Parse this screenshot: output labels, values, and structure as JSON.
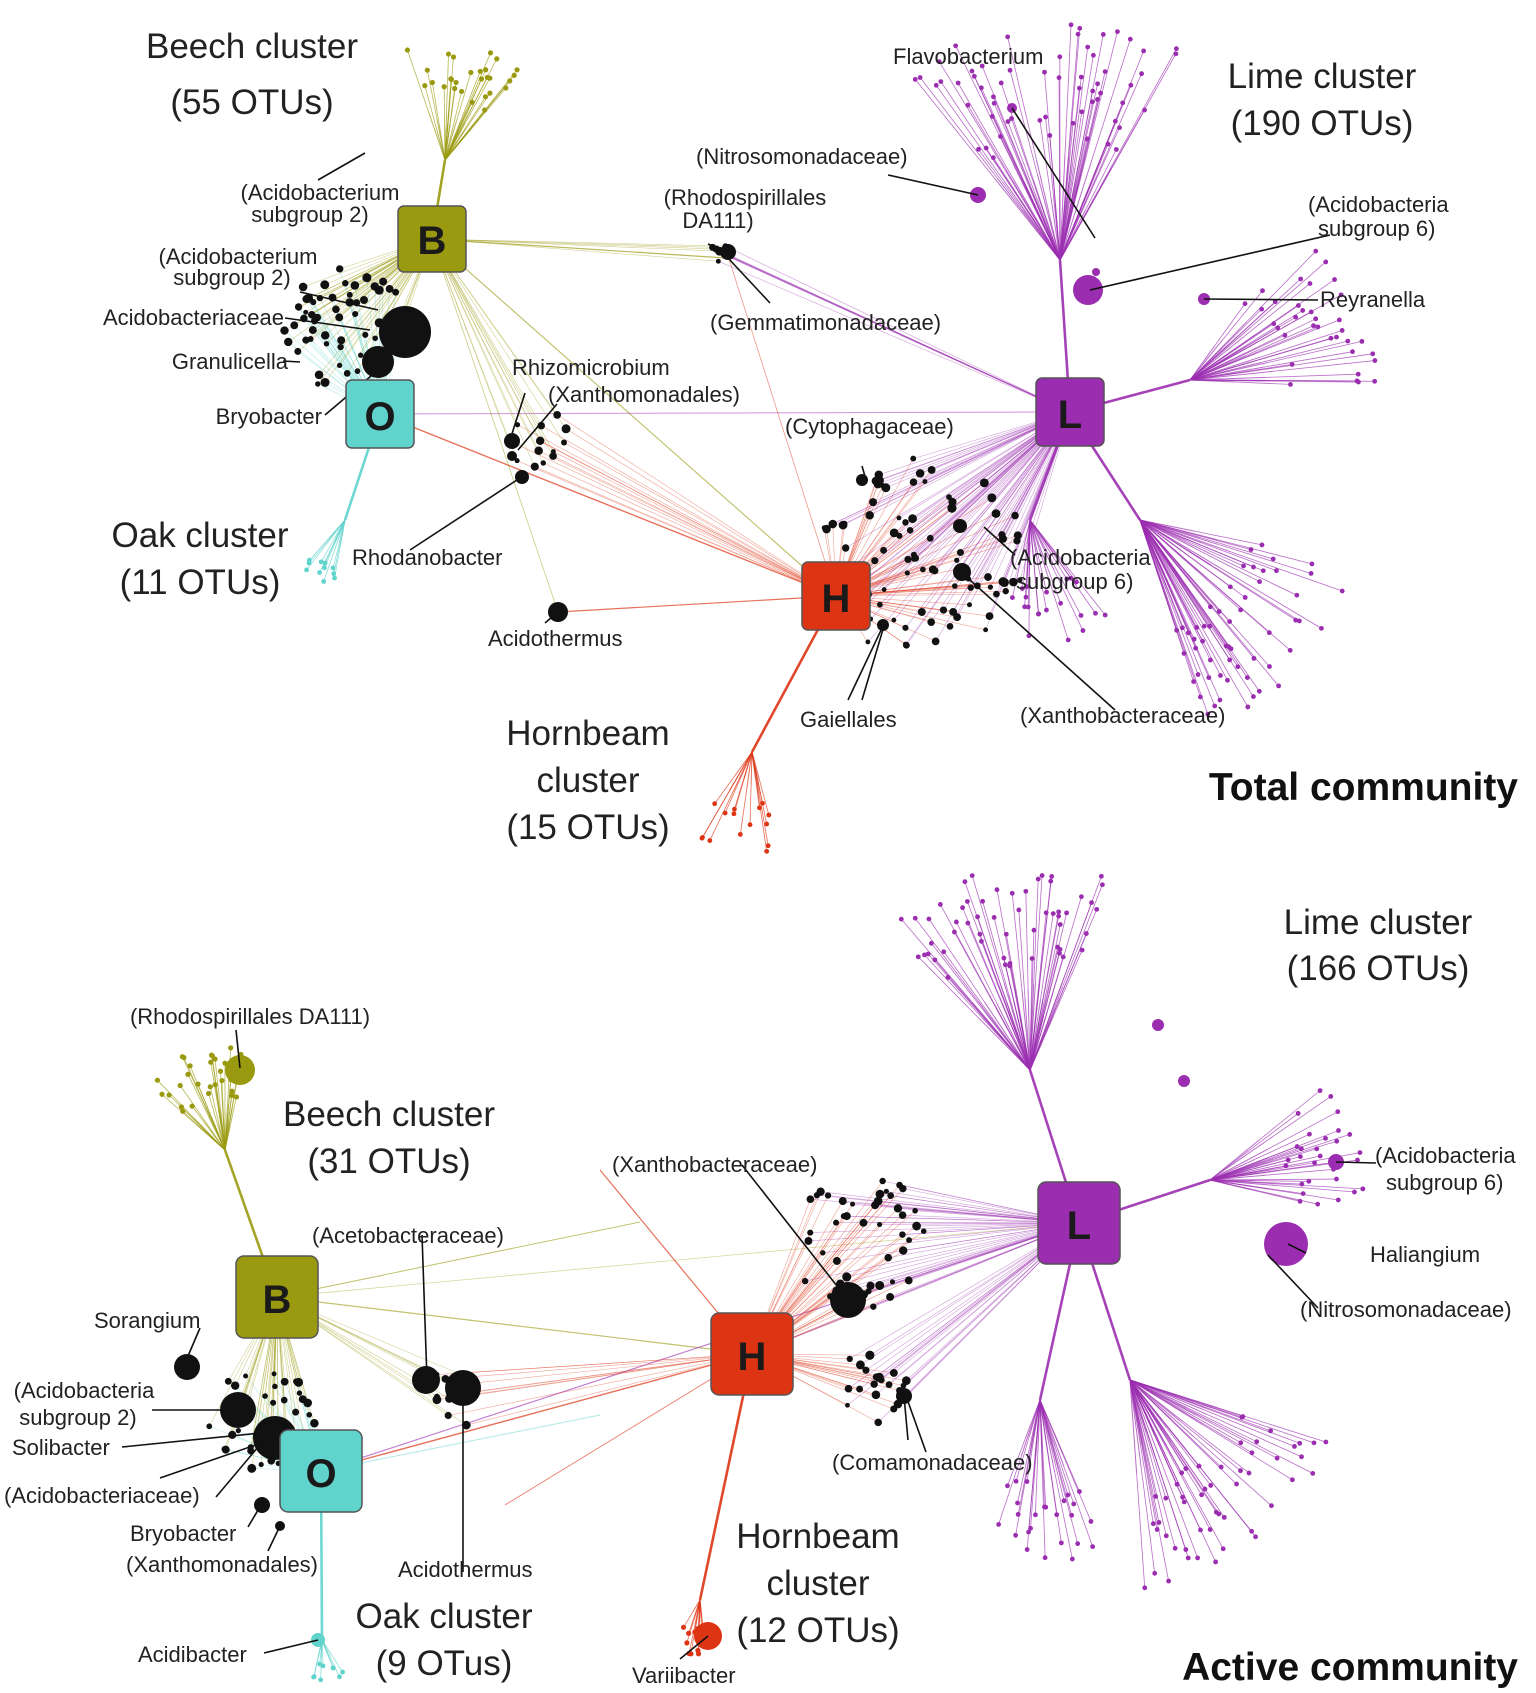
{
  "colors": {
    "beech": "#9a9a10",
    "oak": "#5fd3cc",
    "lime": "#9b2db0",
    "hornbeam": "#dd3414",
    "shared": "#111111",
    "leader": "#111111"
  },
  "total": {
    "title": "Total community",
    "nodes": {
      "B": "B",
      "O": "O",
      "L": "L",
      "H": "H"
    },
    "clusters": {
      "beech": [
        "Beech cluster",
        "(55 OTUs)"
      ],
      "lime": [
        "Lime cluster",
        "(190 OTUs)"
      ],
      "oak": [
        "Oak cluster",
        "(11 OTUs)"
      ],
      "hornbeam": [
        "Hornbeam",
        "cluster",
        "(15 OTUs)"
      ]
    },
    "labels": {
      "acidobacterium_top": [
        "(Acidobacterium",
        "subgroup 2)"
      ],
      "acidobacterium_left": [
        "(Acidobacterium",
        "subgroup 2)"
      ],
      "acidobacteriaceae": "Acidobacteriaceae",
      "granulicella": "Granulicella",
      "bryobacter": "Bryobacter",
      "rhizomicrobium": "Rhizomicrobium",
      "xanthomonadales": "(Xanthomonadales)",
      "rhodanobacter": "Rhodanobacter",
      "acidothermus": "Acidothermus",
      "rhodospirillales": [
        "(Rhodospirillales",
        "DA111)"
      ],
      "gemmatimonadaceae": "(Gemmatimonadaceae)",
      "nitrosomonadaceae": "(Nitrosomonadaceae)",
      "flavobacterium": "Flavobacterium",
      "acidobacteria6_lime": [
        "(Acidobacteria",
        "subgroup 6)"
      ],
      "reyranella": "Reyranella",
      "cytophagaceae": "(Cytophagaceae)",
      "acidobacteria6_h": [
        "(Acidobacteria",
        "subgroup 6)"
      ],
      "gaiellales": "Gaiellales",
      "xanthobacteraceae": "(Xanthobacteraceae)"
    }
  },
  "active": {
    "title": "Active community",
    "nodes": {
      "B": "B",
      "O": "O",
      "L": "L",
      "H": "H"
    },
    "clusters": {
      "lime": [
        "Lime cluster",
        "(166 OTUs)"
      ],
      "beech": [
        "Beech cluster",
        "(31 OTUs)"
      ],
      "hornbeam": [
        "Hornbeam",
        "cluster",
        "(12 OTUs)"
      ],
      "oak": [
        "Oak cluster",
        "(9 OTus)"
      ]
    },
    "labels": {
      "rhodospirillales": "(Rhodospirillales DA111)",
      "xanthobacteraceae": "(Xanthobacteraceae)",
      "acetobacteraceae": "(Acetobacteraceae)",
      "acidobacteria6": [
        "(Acidobacteria",
        "subgroup 6)"
      ],
      "haliangium": "Haliangium",
      "nitrosomonadaceae": "(Nitrosomonadaceae)",
      "sorangium": "Sorangium",
      "acidobacteria2": [
        "(Acidobacteria",
        "subgroup 2)"
      ],
      "solibacter": "Solibacter",
      "acidobacteriaceae": "(Acidobacteriaceae)",
      "bryobacter": "Bryobacter",
      "xanthomonadales": "(Xanthomonadales)",
      "acidothermus": "Acidothermus",
      "comamonadaceae": "(Comamonadaceae)",
      "acidibacter": "Acidibacter",
      "variibacter": "Variibacter"
    }
  }
}
